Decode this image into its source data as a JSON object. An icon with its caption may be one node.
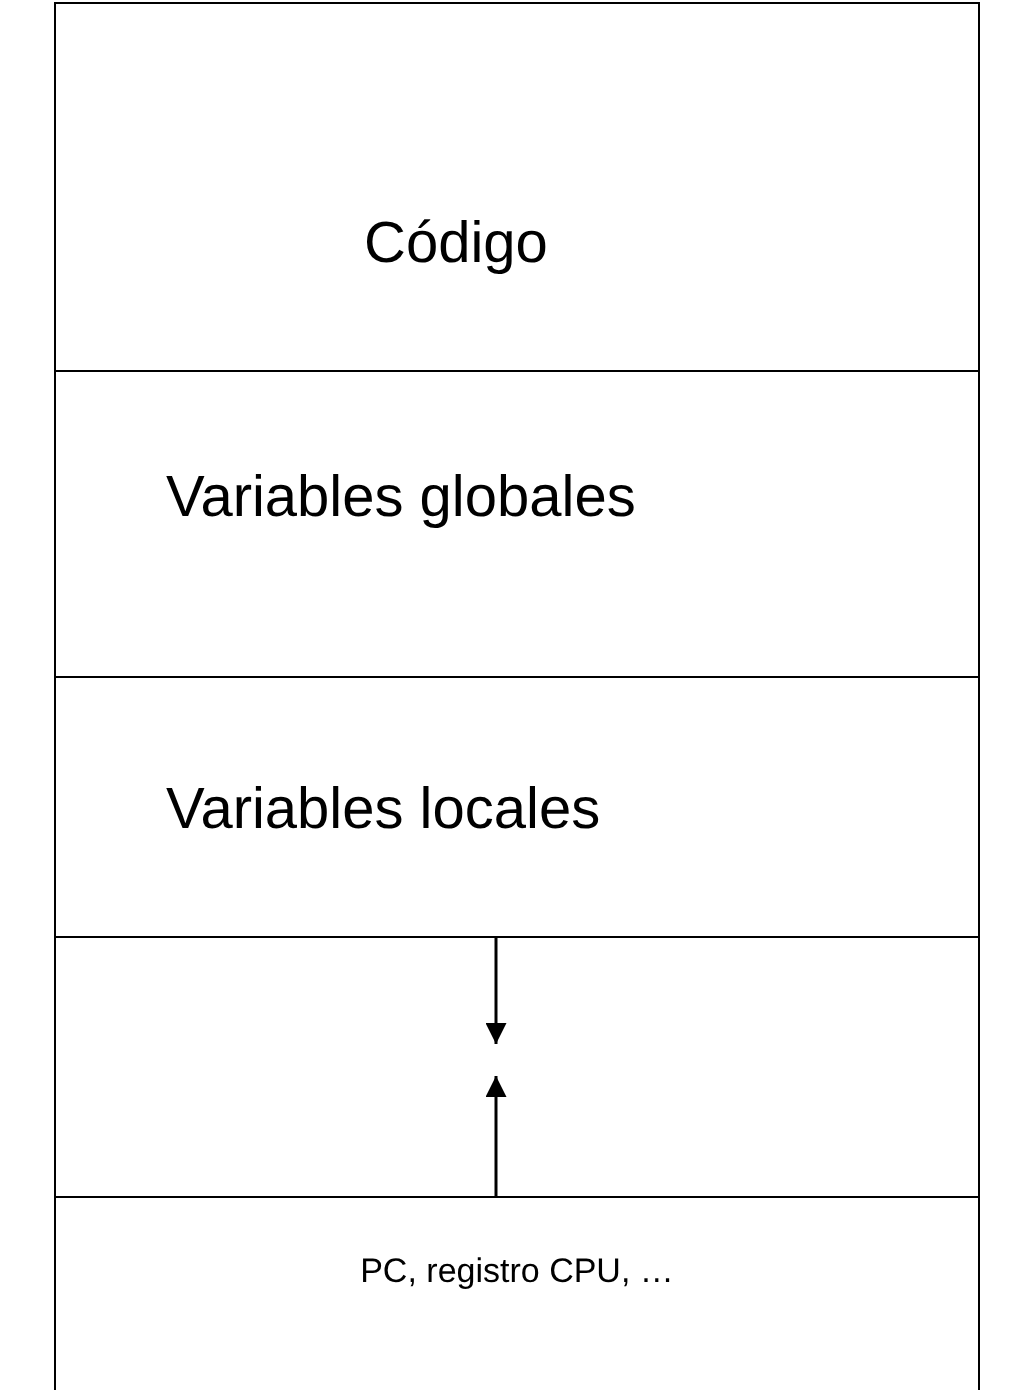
{
  "diagram": {
    "nodes": [
      {
        "text": [
          "Código"
        ]
      },
      {
        "text": [
          "Variables globales"
        ]
      },
      {
        "text": [
          "Variables locales"
        ]
      },
      {
        "text": [],
        "shape": "box"
      },
      {
        "text": [
          "PC, registro CPU, …"
        ]
      }
    ],
    "edges": [
      {
        "from": 2,
        "to": 3,
        "arrow": "to"
      },
      {
        "from": 4,
        "to": 3,
        "arrow": "to"
      }
    ]
  }
}
